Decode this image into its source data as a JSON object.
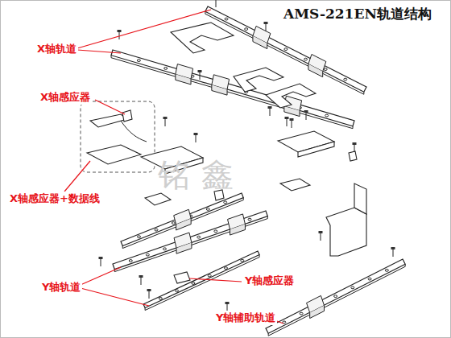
{
  "diagram": {
    "title": "AMS-221EN轨道结构",
    "labels": [
      "X轴轨道",
      "X轴感应器",
      "X轴感应器+数据线",
      "Y轴轨道",
      "Y轴感应器",
      "Y轴辅助轨道",
      "铭鑫"
    ]
  }
}
